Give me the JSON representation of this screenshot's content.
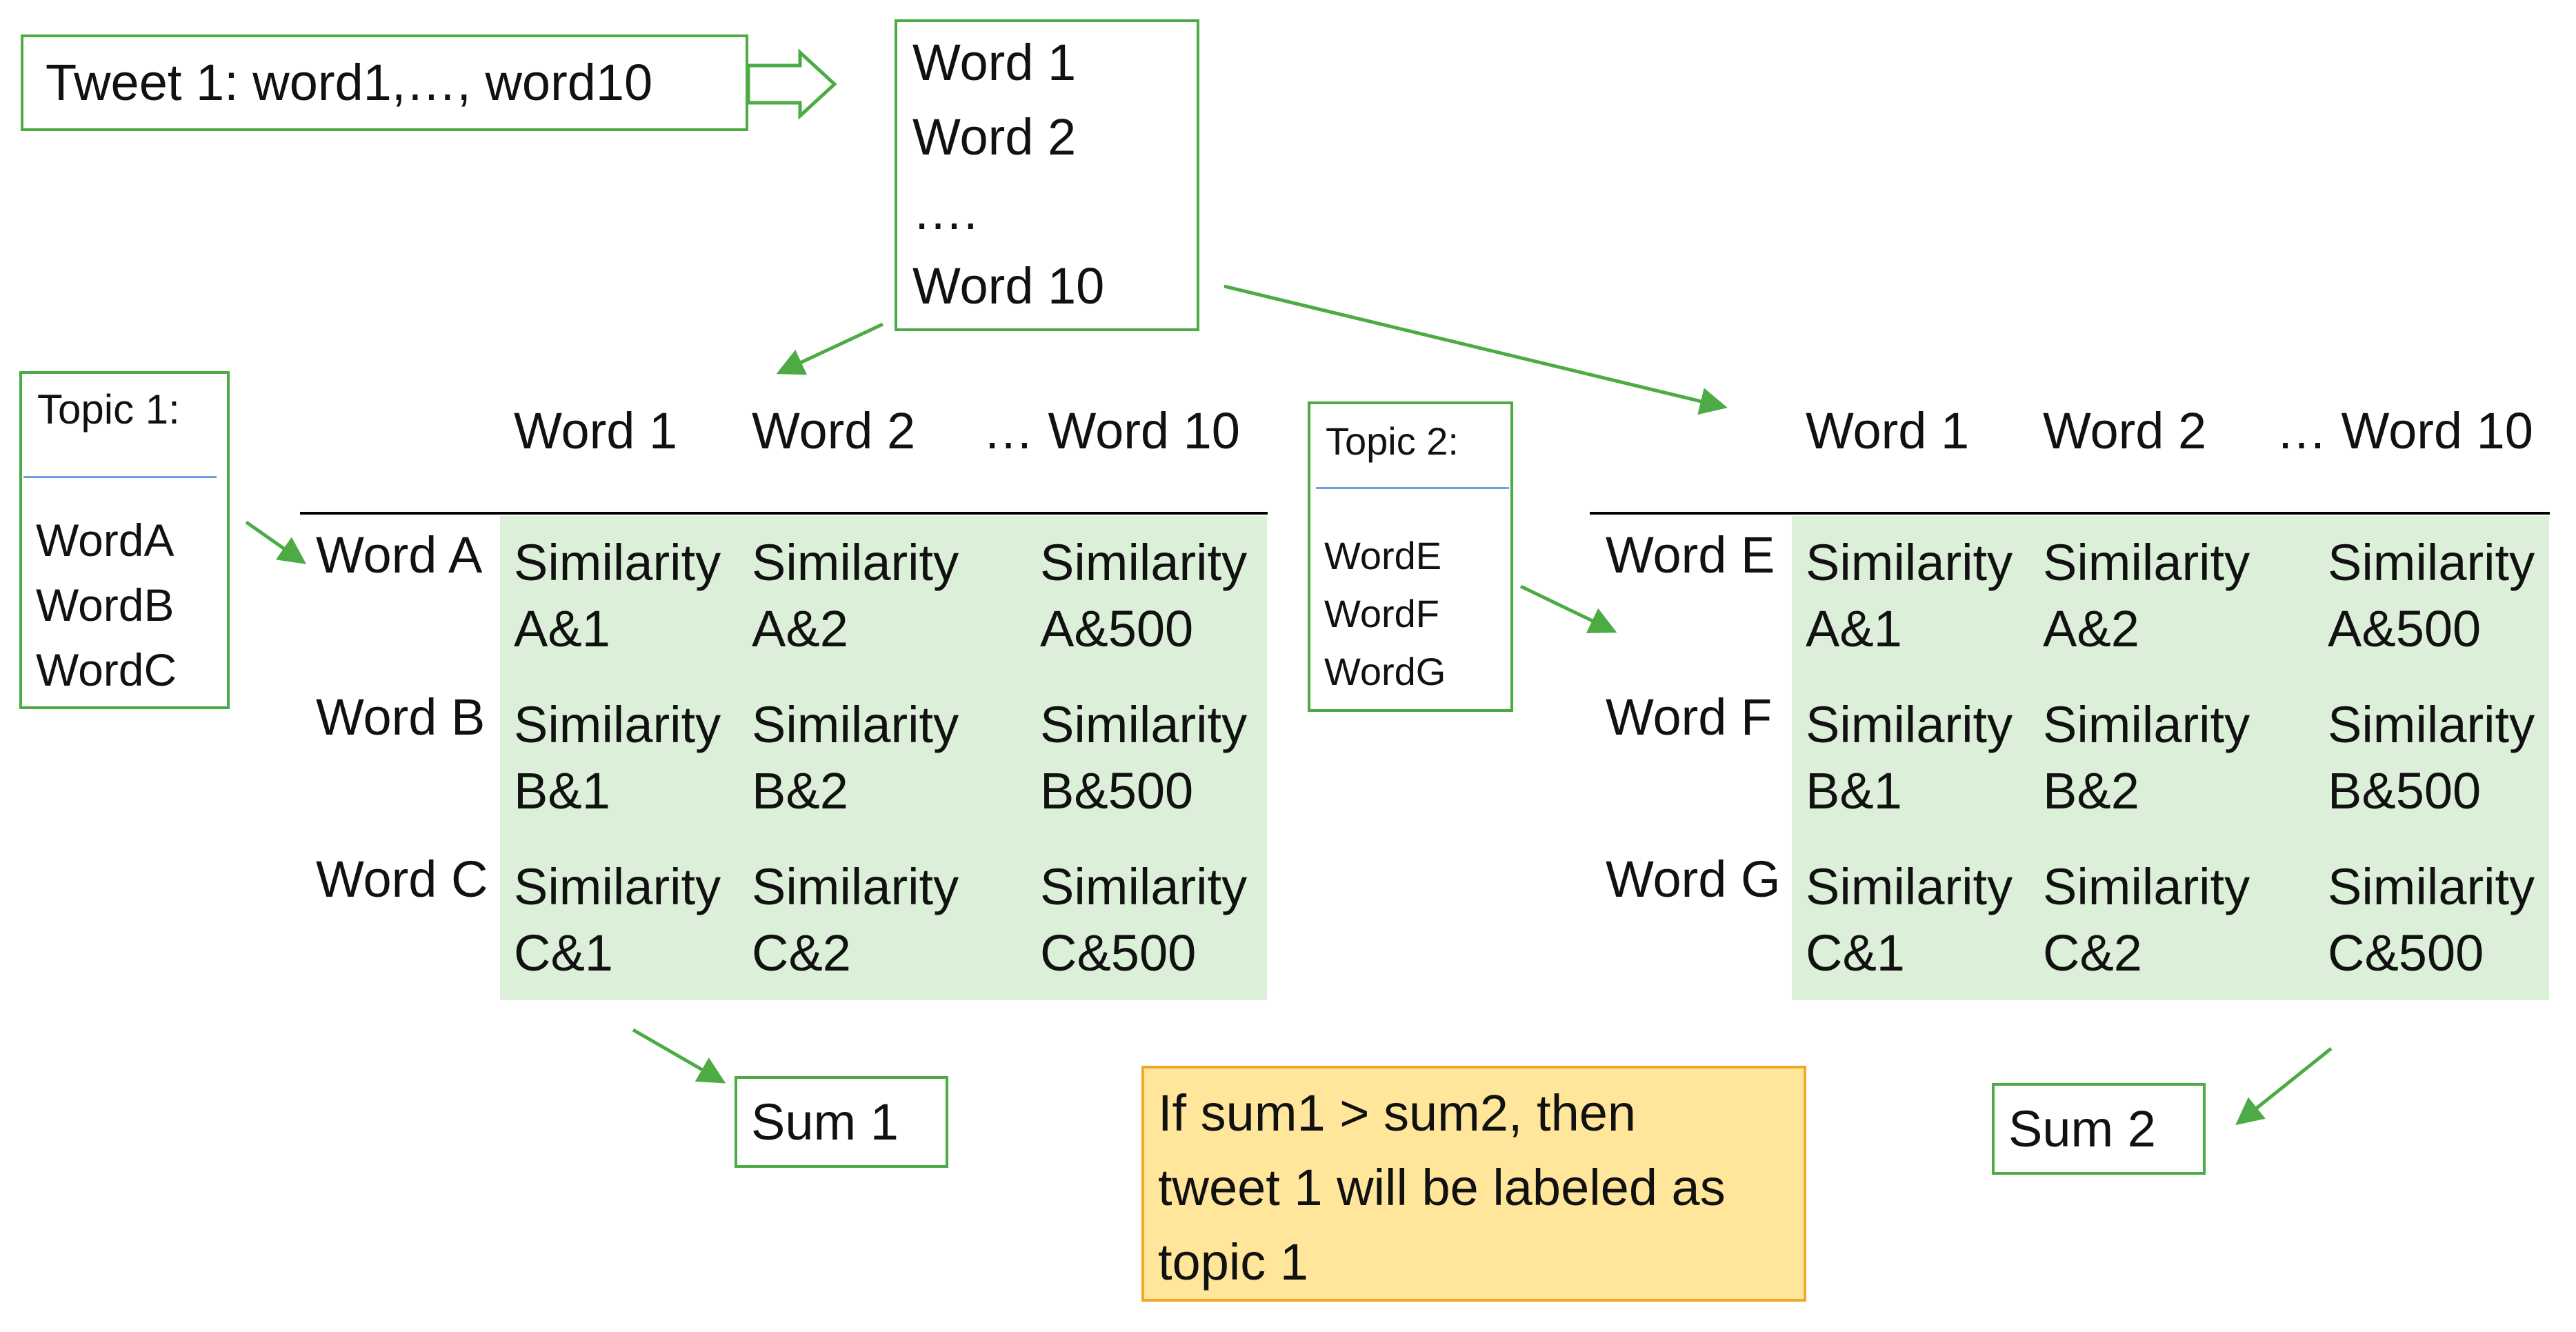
{
  "tweet_box": {
    "label": "Tweet 1: word1,…, word10"
  },
  "word_list": {
    "items": [
      "Word 1",
      "Word 2",
      "….",
      "Word 10"
    ]
  },
  "topic1": {
    "title": "Topic 1:",
    "words": [
      "WordA",
      "WordB",
      "WordC"
    ]
  },
  "topic2": {
    "title": "Topic 2:",
    "words": [
      "WordE",
      "WordF",
      "WordG"
    ]
  },
  "matrix1": {
    "col_headers": [
      "Word 1",
      "Word 2",
      "… Word 10"
    ],
    "row_headers": [
      "Word A",
      "Word B",
      "Word C"
    ],
    "cells": [
      [
        [
          "Similarity",
          "A&1"
        ],
        [
          "Similarity",
          "A&2"
        ],
        [
          "Similarity",
          "A&500"
        ]
      ],
      [
        [
          "Similarity",
          "B&1"
        ],
        [
          "Similarity",
          "B&2"
        ],
        [
          "Similarity",
          "B&500"
        ]
      ],
      [
        [
          "Similarity",
          "C&1"
        ],
        [
          "Similarity",
          "C&2"
        ],
        [
          "Similarity",
          "C&500"
        ]
      ]
    ]
  },
  "matrix2": {
    "col_headers": [
      "Word 1",
      "Word 2",
      "… Word 10"
    ],
    "row_headers": [
      "Word E",
      "Word F",
      "Word G"
    ],
    "cells": [
      [
        [
          "Similarity",
          "A&1"
        ],
        [
          "Similarity",
          "A&2"
        ],
        [
          "Similarity",
          "A&500"
        ]
      ],
      [
        [
          "Similarity",
          "B&1"
        ],
        [
          "Similarity",
          "B&2"
        ],
        [
          "Similarity",
          "B&500"
        ]
      ],
      [
        [
          "Similarity",
          "C&1"
        ],
        [
          "Similarity",
          "C&2"
        ],
        [
          "Similarity",
          "C&500"
        ]
      ]
    ]
  },
  "sum1": {
    "label": "Sum 1"
  },
  "sum2": {
    "label": "Sum 2"
  },
  "note": {
    "lines": [
      "If sum1 > sum2, then",
      "tweet 1 will be labeled as",
      "topic 1"
    ]
  },
  "colors": {
    "border_green": "#4cab45",
    "cell_fill": "#dcefd8",
    "note_fill": "#ffe69a",
    "note_border": "#f2a72a",
    "separator_blue": "#6f9fe0"
  }
}
